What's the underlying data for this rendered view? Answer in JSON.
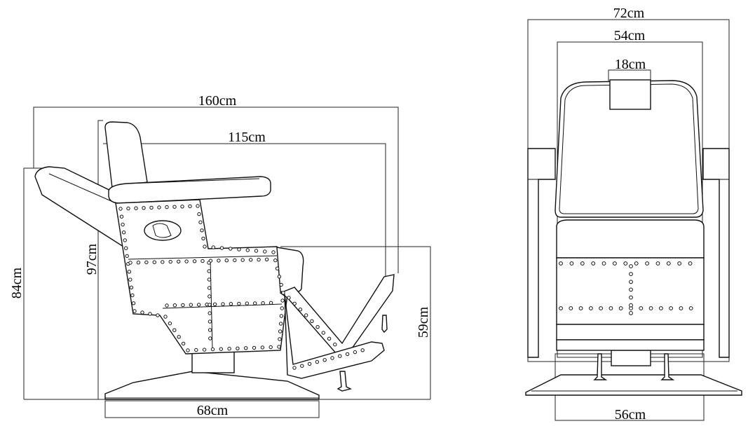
{
  "side_view": {
    "dim_total_length": "160cm",
    "dim_seat_length": "115cm",
    "dim_height_overall": "97cm",
    "dim_height_back": "84cm",
    "dim_footrest_height": "59cm",
    "dim_base_width": "68cm"
  },
  "front_view": {
    "dim_overall_width": "72cm",
    "dim_back_width": "54cm",
    "dim_headrest_width": "18cm",
    "dim_base_width": "56cm"
  }
}
